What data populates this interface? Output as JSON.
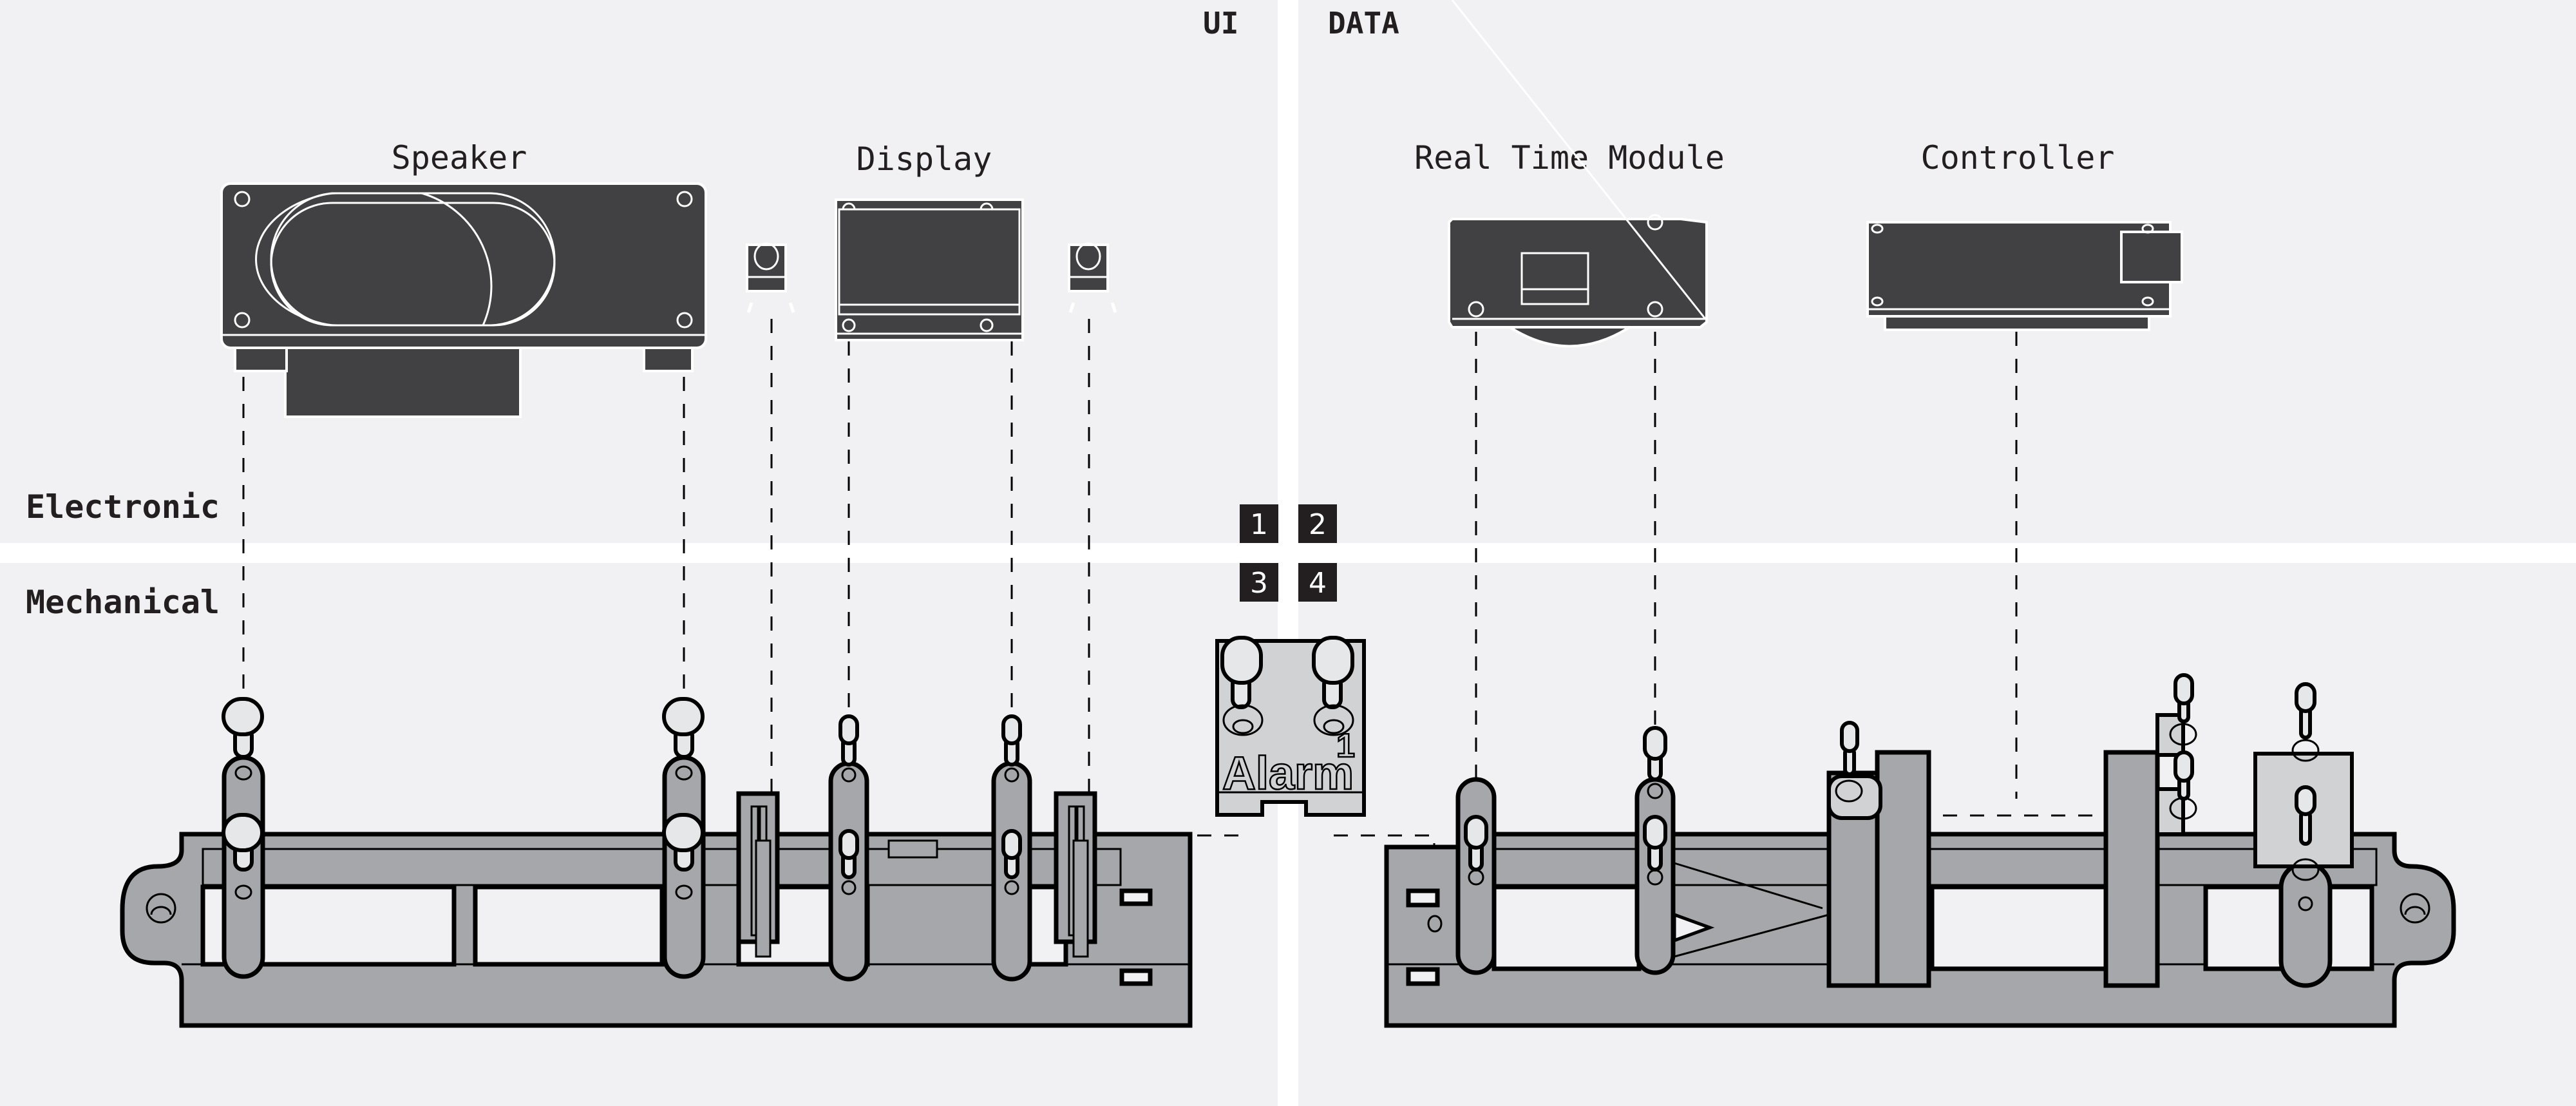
{
  "quadrants": {
    "ui_label": "UI",
    "data_label": "DATA"
  },
  "sections": {
    "electronic": "Electronic",
    "mechanical": "Mechanical"
  },
  "badges": [
    "1",
    "2",
    "3",
    "4"
  ],
  "electronic_parts": {
    "speaker": "Speaker",
    "display": "Display",
    "real_time_module": "Real Time Module",
    "controller": "Controller"
  },
  "mechanical_parts": {
    "alarm_module_text": "Alarm",
    "alarm_module_number": "1"
  },
  "colors": {
    "background": "#f1f1f3",
    "divider": "#ffffff",
    "pcb": "#414143",
    "frame": "#a6a7aa",
    "light_part": "#d1d2d4",
    "screw": "#e6e7e8",
    "badge": "#231f20",
    "ink": "#231f20"
  }
}
